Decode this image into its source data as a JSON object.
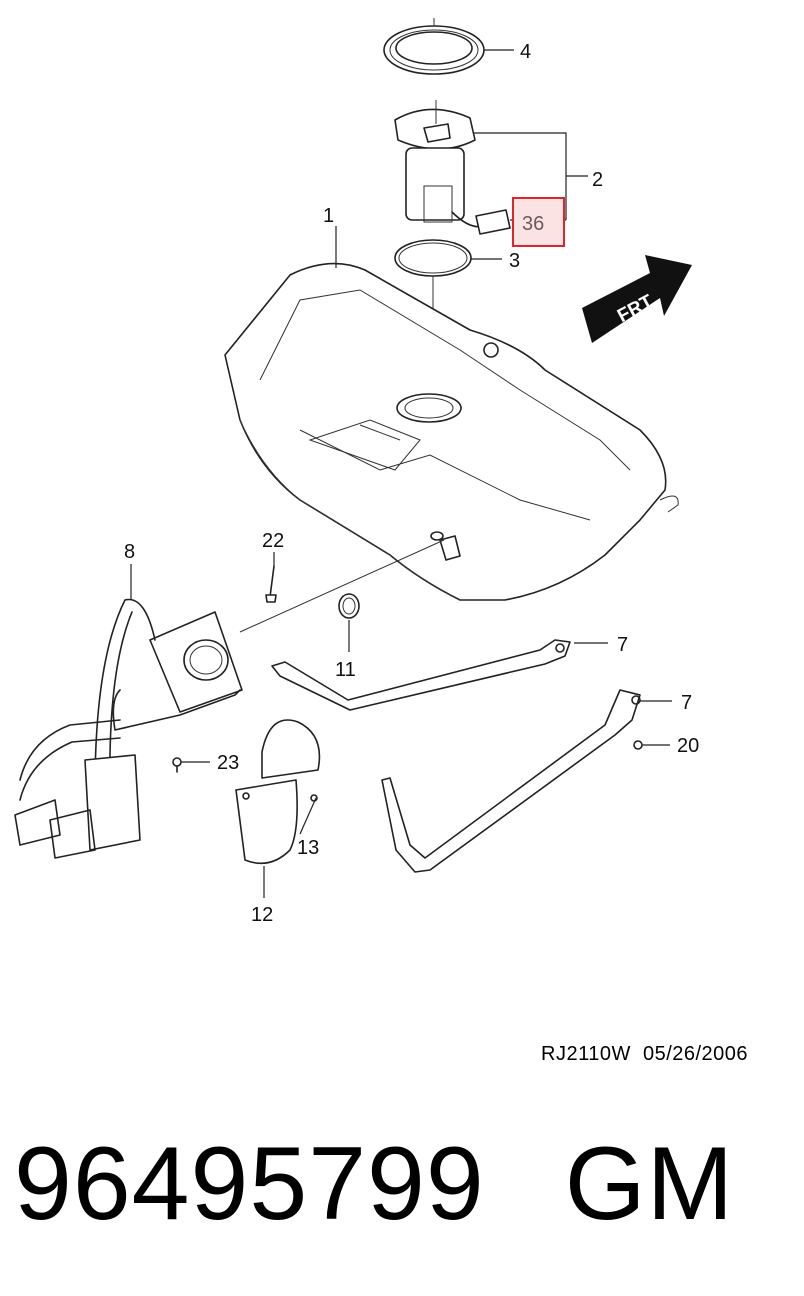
{
  "diagram": {
    "direction_label": "FRT",
    "callouts": {
      "c1": "1",
      "c2": "2",
      "c3": "3",
      "c4": "4",
      "c7a": "7",
      "c7b": "7",
      "c8": "8",
      "c11": "11",
      "c12": "12",
      "c13": "13",
      "c20": "20",
      "c22": "22",
      "c23": "23",
      "c36": "36"
    },
    "highlighted_callout": "36",
    "highlight_color": "#e0242c",
    "highlight_fill": "#fbe3e4"
  },
  "drawing_code": "RJ2110W  05/26/2006",
  "part_number": "96495799",
  "brand": "GM"
}
